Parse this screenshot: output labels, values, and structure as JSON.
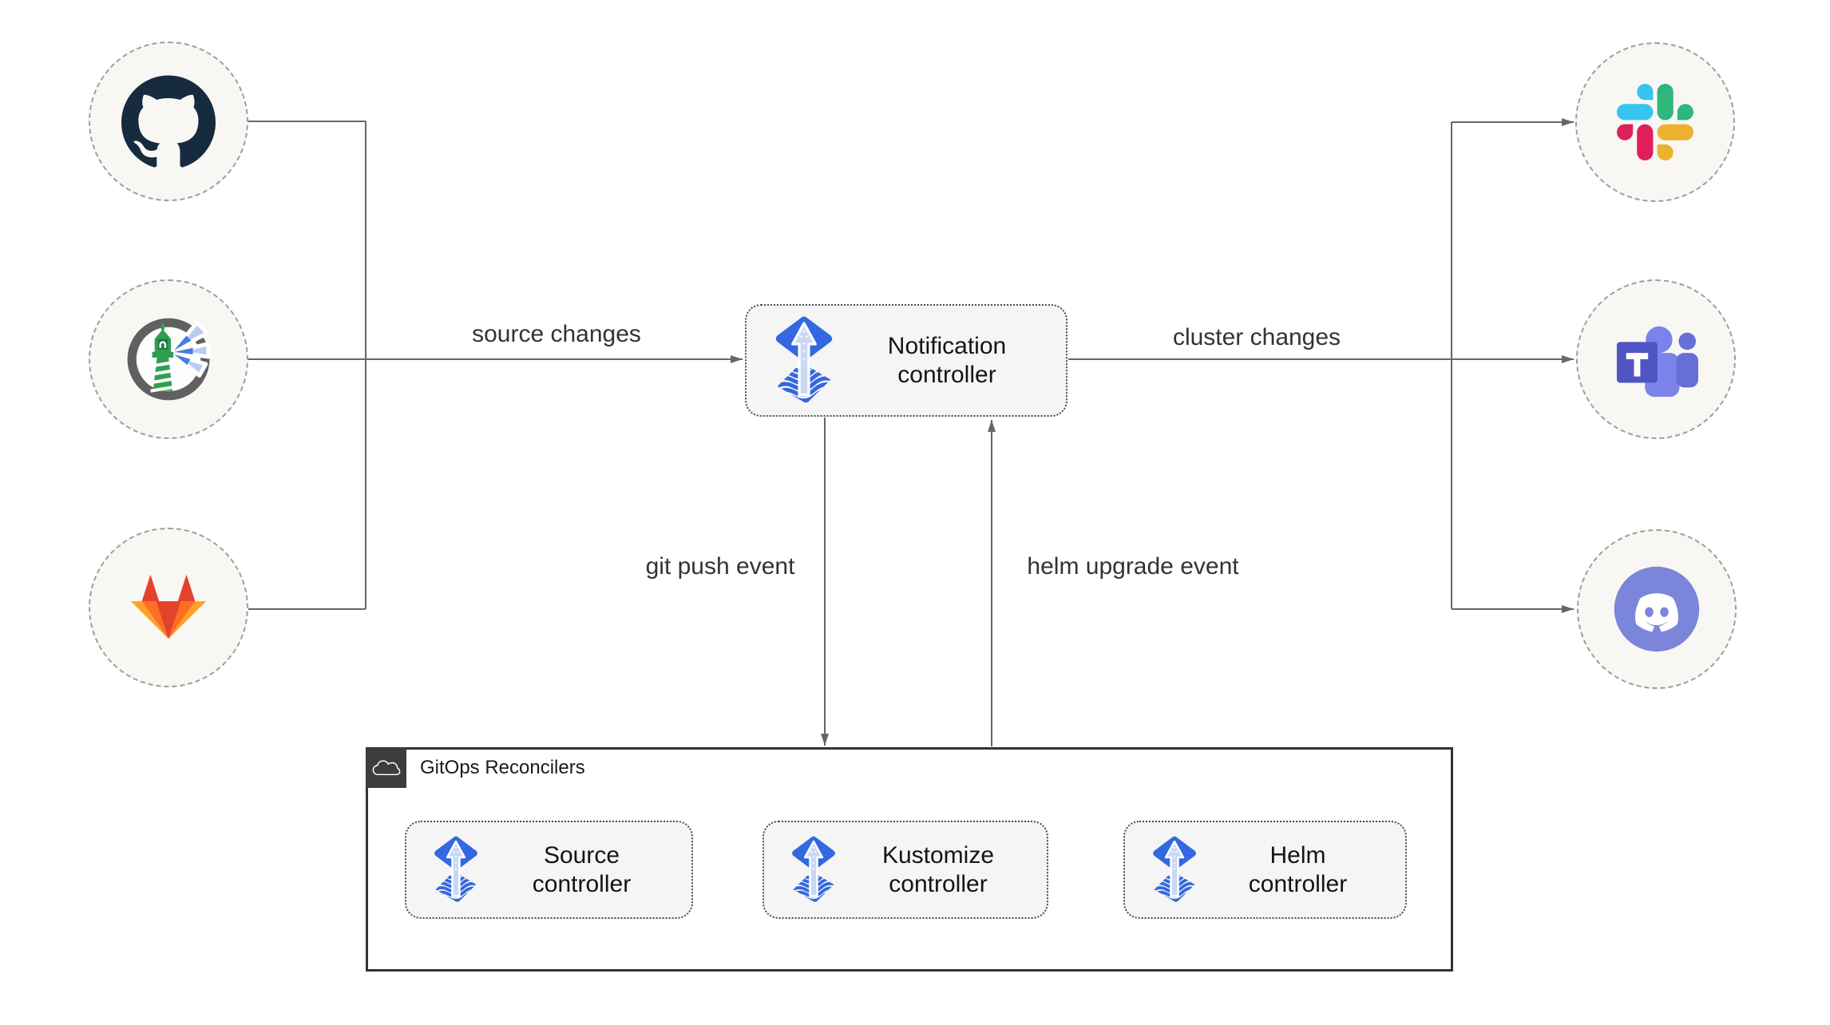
{
  "edges": {
    "source_changes": "source changes",
    "cluster_changes": "cluster changes",
    "git_push_event": "git push event",
    "helm_upgrade_event": "helm upgrade event"
  },
  "nodes": {
    "notification_controller": {
      "line1": "Notification",
      "line2": "controller",
      "icon": "flux-icon"
    },
    "source_controller": {
      "line1": "Source",
      "line2": "controller",
      "icon": "flux-icon"
    },
    "kustomize_controller": {
      "line1": "Kustomize",
      "line2": "controller",
      "icon": "flux-icon"
    },
    "helm_controller": {
      "line1": "Helm",
      "line2": "controller",
      "icon": "flux-icon"
    }
  },
  "container": {
    "label": "GitOps Reconcilers",
    "icon": "cloud-icon"
  },
  "source_icons": [
    "github-icon",
    "harbor-icon",
    "gitlab-icon"
  ],
  "target_icons": [
    "slack-icon",
    "ms-teams-icon",
    "discord-icon"
  ],
  "colors": {
    "flux_blue": "#3468e0",
    "flux_arrow_light": "#c9d8f6",
    "connector_gray": "#666666",
    "node_fill": "#f5f5f5",
    "node_border": "#4b4b4b",
    "circle_fill": "#f8f7f4",
    "circle_border": "#9e9e9e",
    "container_border": "#333333",
    "badge_bg": "#3d3d3d",
    "edge_label_text": "#333333",
    "node_text": "#141414",
    "slack_blue": "#36C5F0",
    "slack_green": "#2EB67D",
    "slack_pink": "#E01E5A",
    "slack_yellow": "#ECB22E",
    "gitlab_red": "#E24329",
    "gitlab_orange": "#FC6D26",
    "gitlab_amber": "#FCA326",
    "teams_purple": "#4f56c4",
    "teams_lavender": "#7B83EB",
    "discord_blurple": "#7b85d9",
    "github_ink": "#172b3f",
    "harbor_ring": "#606060",
    "harbor_green": "#2f9e50",
    "harbor_beam": "#4a7be0",
    "harbor_beam_light": "#b9cdf2"
  }
}
